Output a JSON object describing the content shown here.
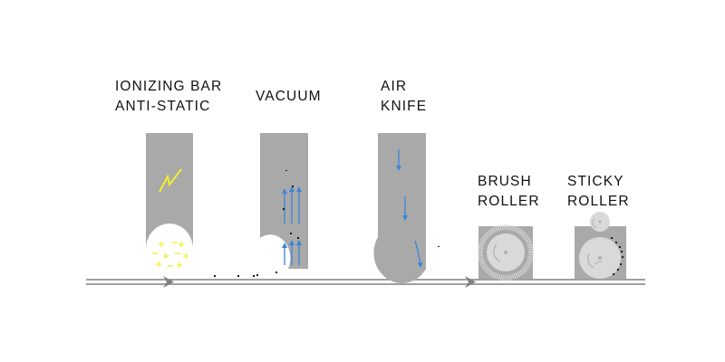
{
  "stations": [
    {
      "id": "ionizing",
      "lines": [
        "IONIZING BAR",
        "ANTI-STATIC"
      ]
    },
    {
      "id": "vacuum",
      "lines": [
        "VACUUM"
      ]
    },
    {
      "id": "air-knife",
      "lines": [
        "AIR",
        "KNIFE"
      ]
    },
    {
      "id": "brush-roller",
      "lines": [
        "BRUSH",
        "ROLLER"
      ]
    },
    {
      "id": "sticky-roller",
      "lines": [
        "STICKY",
        "ROLLER"
      ]
    }
  ],
  "colors": {
    "housing": "#a9a9a9",
    "roller_face": "#d9d9d9",
    "charge": "#f2ee2a",
    "airflow": "#3a86d9",
    "conveyor": "#808080",
    "dust": "#1a1a1a",
    "text": "#111111"
  },
  "icons": {
    "ionizer_symbol": "lightning-bolt-icon",
    "flow_marker": "arrow-icon",
    "conveyor_direction": "chevron-arrow-icon"
  }
}
